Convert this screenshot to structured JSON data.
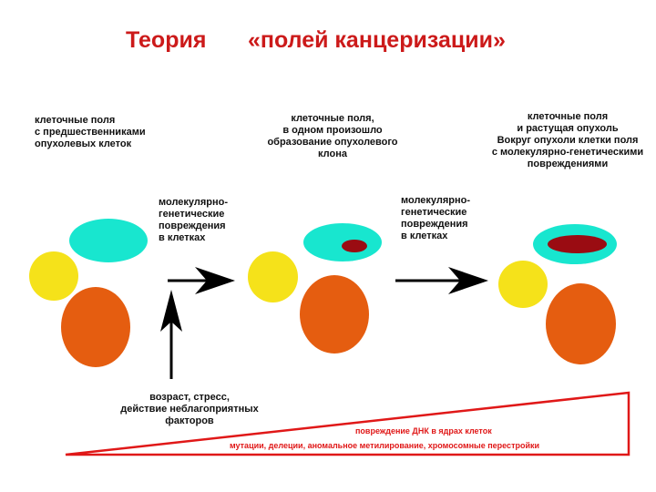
{
  "title": {
    "part1": "Теория",
    "part2": "«полей канцеризации»"
  },
  "stage1": {
    "label": "клеточные поля\nс предшественниками\nопухолевых клеток"
  },
  "stage2": {
    "label": "клеточные поля,\nв одном произошло\nобразование опухолевого\nклона"
  },
  "stage3": {
    "label": "клеточные поля\nи растущая опухоль\nВокруг опухоли клетки поля\nс молекулярно-генетическими\nповреждениями"
  },
  "arrow1_label": "молекулярно-\nгенетические\nповреждения\nв клетках",
  "arrow2_label": "молекулярно-\nгенетические\nповреждения\nв клетках",
  "factors_label": "возраст, стресс,\nдействие неблагоприятных\nфакторов",
  "wedge": {
    "line1": "повреждение ДНК в ядрах клеток",
    "line2": "мутации, делеции, аномальное метилирование, хромосомные перестройки"
  },
  "colors": {
    "title": "#cc1a1a",
    "cyan_field": "#18e6cf",
    "yellow_cell": "#f5e21a",
    "orange_cell": "#e55d10",
    "tumor": "#9a0c12",
    "wedge": "#e01818"
  }
}
